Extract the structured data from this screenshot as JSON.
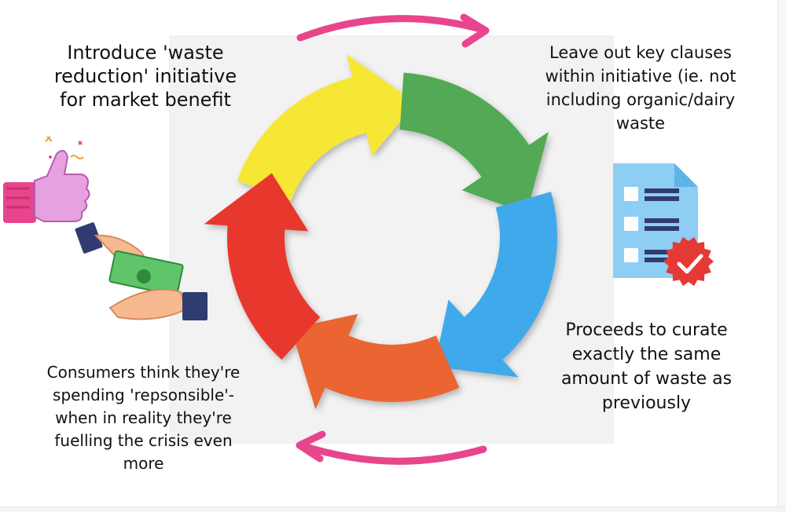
{
  "diagram": {
    "steps": [
      {
        "id": "top-left",
        "text": "Introduce 'waste\nreduction' initiative\nfor market benefit",
        "color": "#f7e735"
      },
      {
        "id": "top-right",
        "text": "Leave out key clauses\nwithin initiative (ie. not\nincluding organic/dairy\nwaste",
        "color": "#52a954"
      },
      {
        "id": "bottom-right",
        "text": "Proceeds to curate\nexactly the same\namount of waste as\npreviously",
        "color": "#3fa9ec"
      },
      {
        "id": "bottom-left",
        "text": "Consumers think they're\nspending 'repsonsible'-\nwhen in reality they're\nfuelling the crisis even\nmore",
        "color": "#e8392f"
      }
    ],
    "orange_color": "#ea6530",
    "accent_arrow_color": "#e8458c",
    "icons": [
      "thumbs-up-icon",
      "money-exchange-icon",
      "checklist-document-icon"
    ]
  }
}
